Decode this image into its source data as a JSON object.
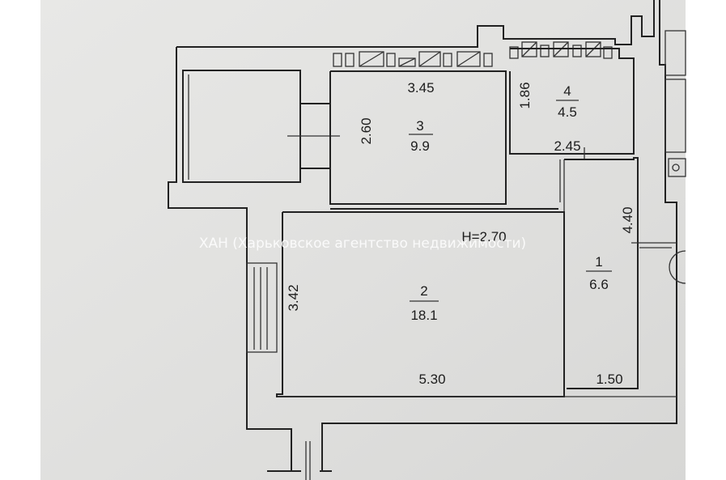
{
  "height_label": "H=2.70",
  "watermark": "ХАН (Харьковское агентство недвижимости)",
  "rooms": [
    {
      "number": "1",
      "area": "6.6"
    },
    {
      "number": "2",
      "area": "18.1"
    },
    {
      "number": "3",
      "area": "9.9"
    },
    {
      "number": "4",
      "area": "4.5"
    }
  ],
  "dimensions": {
    "room3_width": "3.45",
    "room3_depth": "2.60",
    "room4_depth": "1.86",
    "room4_width": "2.45",
    "room1_length": "4.40",
    "room1_width": "1.50",
    "room2_depth": "3.42",
    "room2_width": "5.30"
  },
  "colors": {
    "paper": "#e4e4e2",
    "margin": "#ffffff",
    "line": "#222222"
  }
}
